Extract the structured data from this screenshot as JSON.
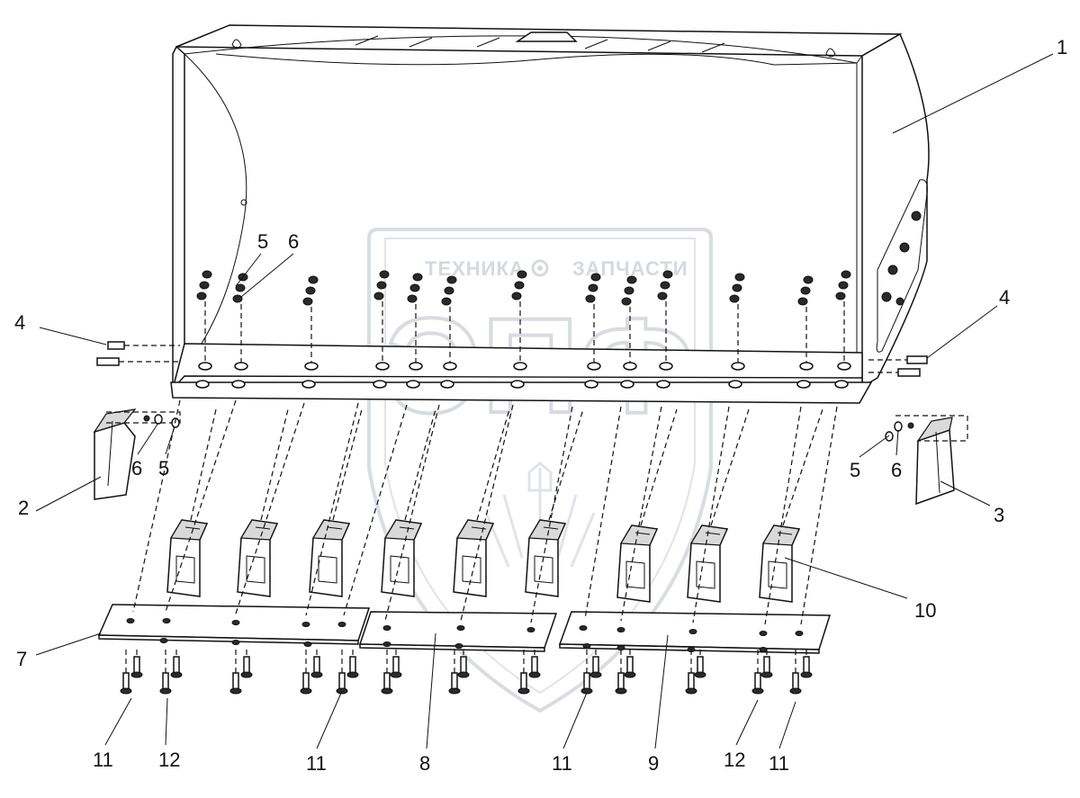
{
  "watermark": {
    "left_text": "ТЕХНИКА",
    "right_text": "ЗАПЧАСТИ",
    "monogram": "ЭПФ",
    "color": "#cfd5dd"
  },
  "callouts": [
    {
      "id": "c1",
      "label": "1"
    },
    {
      "id": "c2",
      "label": "2"
    },
    {
      "id": "c3",
      "label": "3"
    },
    {
      "id": "c4l",
      "label": "4"
    },
    {
      "id": "c4r",
      "label": "4"
    },
    {
      "id": "c5t",
      "label": "5"
    },
    {
      "id": "c6t",
      "label": "6"
    },
    {
      "id": "c6l",
      "label": "6"
    },
    {
      "id": "c5l",
      "label": "5"
    },
    {
      "id": "c5r",
      "label": "5"
    },
    {
      "id": "c6r",
      "label": "6"
    },
    {
      "id": "c7",
      "label": "7"
    },
    {
      "id": "c8",
      "label": "8"
    },
    {
      "id": "c9",
      "label": "9"
    },
    {
      "id": "c10",
      "label": "10"
    },
    {
      "id": "c11a",
      "label": "11"
    },
    {
      "id": "c12a",
      "label": "12"
    },
    {
      "id": "c11b",
      "label": "11"
    },
    {
      "id": "c11c",
      "label": "11"
    },
    {
      "id": "c12b",
      "label": "12"
    },
    {
      "id": "c11d",
      "label": "11"
    }
  ]
}
